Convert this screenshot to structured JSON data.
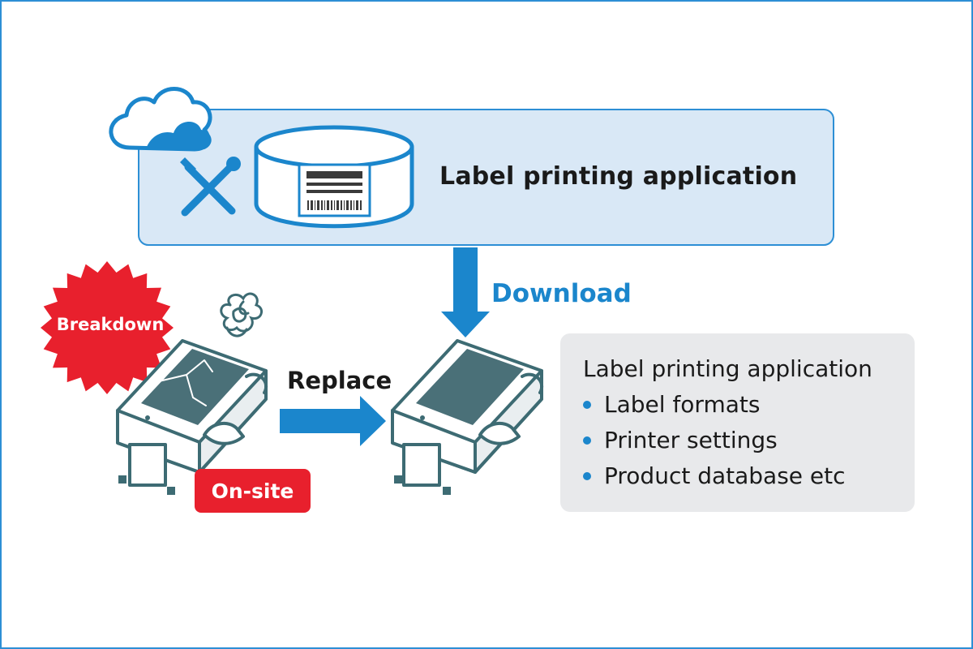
{
  "cloud_panel": {
    "title": "Label printing application",
    "icons": [
      "cloud-icon",
      "tools-icon",
      "label-roll-icon"
    ]
  },
  "flow": {
    "download_label": "Download",
    "replace_label": "Replace"
  },
  "broken_printer": {
    "breakdown_label": "Breakdown",
    "onsite_label": "On-site",
    "icons": [
      "broken-printer-icon",
      "smoke-scribble-icon"
    ]
  },
  "info_box": {
    "title": "Label printing application",
    "items": [
      "Label formats",
      "Printer settings",
      "Product database etc"
    ]
  },
  "colors": {
    "accent_blue": "#1b86cc",
    "panel_fill": "#d9e8f6",
    "alert_red": "#e8202d",
    "printer_dark": "#3d6b73",
    "info_fill": "#e8e9eb"
  }
}
